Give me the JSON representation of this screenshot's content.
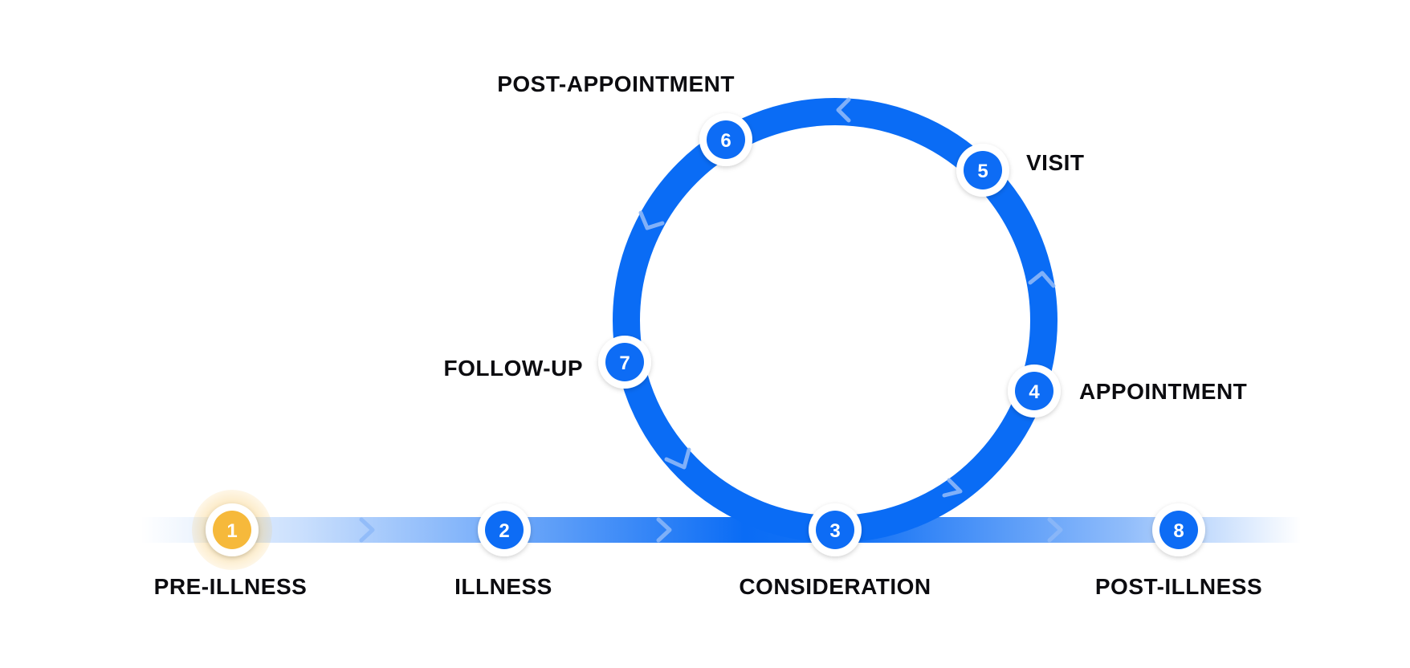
{
  "colors": {
    "primary_blue": "#0A6CF5",
    "highlight_yellow": "#F6B93B",
    "highlight_halo": "#FBE3B0",
    "node_ring": "#ffffff",
    "chevron": "#8DB8F8",
    "label_text": "#0c0c10"
  },
  "current_step": "1",
  "stages": [
    {
      "id": "pre-illness",
      "number": "1",
      "label": "PRE-ILLNESS",
      "active": true
    },
    {
      "id": "illness",
      "number": "2",
      "label": "ILLNESS"
    },
    {
      "id": "consideration",
      "number": "3",
      "label": "CONSIDERATION"
    },
    {
      "id": "appointment",
      "number": "4",
      "label": "APPOINTMENT"
    },
    {
      "id": "visit",
      "number": "5",
      "label": "VISIT"
    },
    {
      "id": "post-appointment",
      "number": "6",
      "label": "POST-APPOINTMENT"
    },
    {
      "id": "follow-up",
      "number": "7",
      "label": "FOLLOW-UP"
    },
    {
      "id": "post-illness",
      "number": "8",
      "label": "POST-ILLNESS"
    }
  ]
}
